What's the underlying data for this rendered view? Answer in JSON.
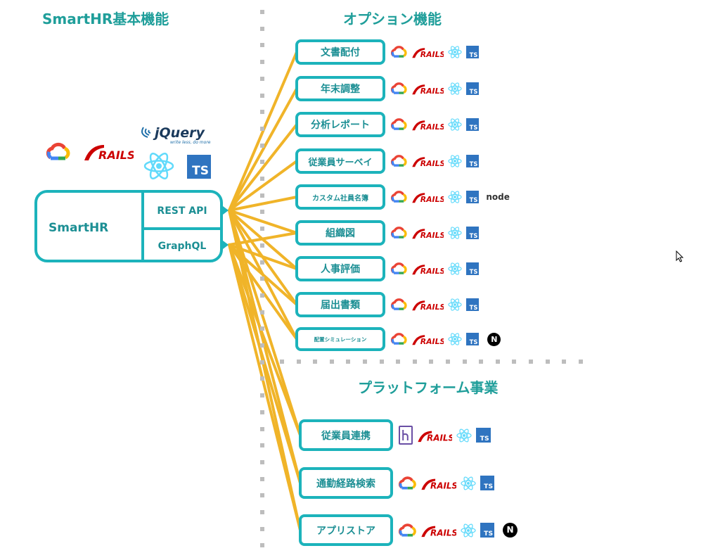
{
  "sections": {
    "core": {
      "title": "SmartHR基本機能"
    },
    "options": {
      "title": "オプション機能"
    },
    "platform": {
      "title": "プラットフォーム事業"
    }
  },
  "core": {
    "main_label": "SmartHR",
    "apis": [
      {
        "label": "REST API"
      },
      {
        "label": "GraphQL"
      }
    ],
    "tech_icons": [
      {
        "name": "google-cloud-icon"
      },
      {
        "name": "rails-icon",
        "text": "RAILS"
      },
      {
        "name": "jquery-icon",
        "text": "jQuery",
        "tagline": "write less, do more."
      },
      {
        "name": "react-icon"
      },
      {
        "name": "typescript-icon",
        "text": "TS"
      }
    ]
  },
  "options": {
    "features": [
      {
        "label": "文書配付",
        "icons": [
          "gcp",
          "rails",
          "react",
          "ts"
        ]
      },
      {
        "label": "年末調整",
        "icons": [
          "gcp",
          "rails",
          "react",
          "ts"
        ]
      },
      {
        "label": "分析レポート",
        "icons": [
          "gcp",
          "rails",
          "react",
          "ts"
        ]
      },
      {
        "label": "従業員サーベイ",
        "icons": [
          "gcp",
          "rails",
          "react",
          "ts"
        ]
      },
      {
        "label": "カスタム社員名簿",
        "icons": [
          "gcp",
          "rails",
          "react",
          "ts",
          "node"
        ]
      },
      {
        "label": "組織図",
        "icons": [
          "gcp",
          "rails",
          "react",
          "ts"
        ]
      },
      {
        "label": "人事評価",
        "icons": [
          "gcp",
          "rails",
          "react",
          "ts"
        ]
      },
      {
        "label": "届出書類",
        "icons": [
          "gcp",
          "rails",
          "react",
          "ts"
        ]
      },
      {
        "label": "配置シミュレーション",
        "icons": [
          "gcp",
          "rails",
          "react",
          "ts",
          "next"
        ]
      }
    ]
  },
  "platform": {
    "features": [
      {
        "label": "従業員連携",
        "icons": [
          "heroku",
          "rails",
          "react",
          "ts"
        ]
      },
      {
        "label": "通勤経路検索",
        "icons": [
          "gcp",
          "rails",
          "react",
          "ts"
        ]
      },
      {
        "label": "アプリストア",
        "icons": [
          "gcp",
          "rails",
          "react",
          "ts",
          "next"
        ]
      }
    ]
  },
  "icon_text": {
    "rails": "RAILS",
    "ts": "TS",
    "node": "node",
    "next": "N",
    "heroku": "HEROKU"
  },
  "colors": {
    "teal": "#1cb3bb",
    "teal_text": "#1c8f94",
    "connector": "#f0b429",
    "divider": "#bdbdbd"
  }
}
